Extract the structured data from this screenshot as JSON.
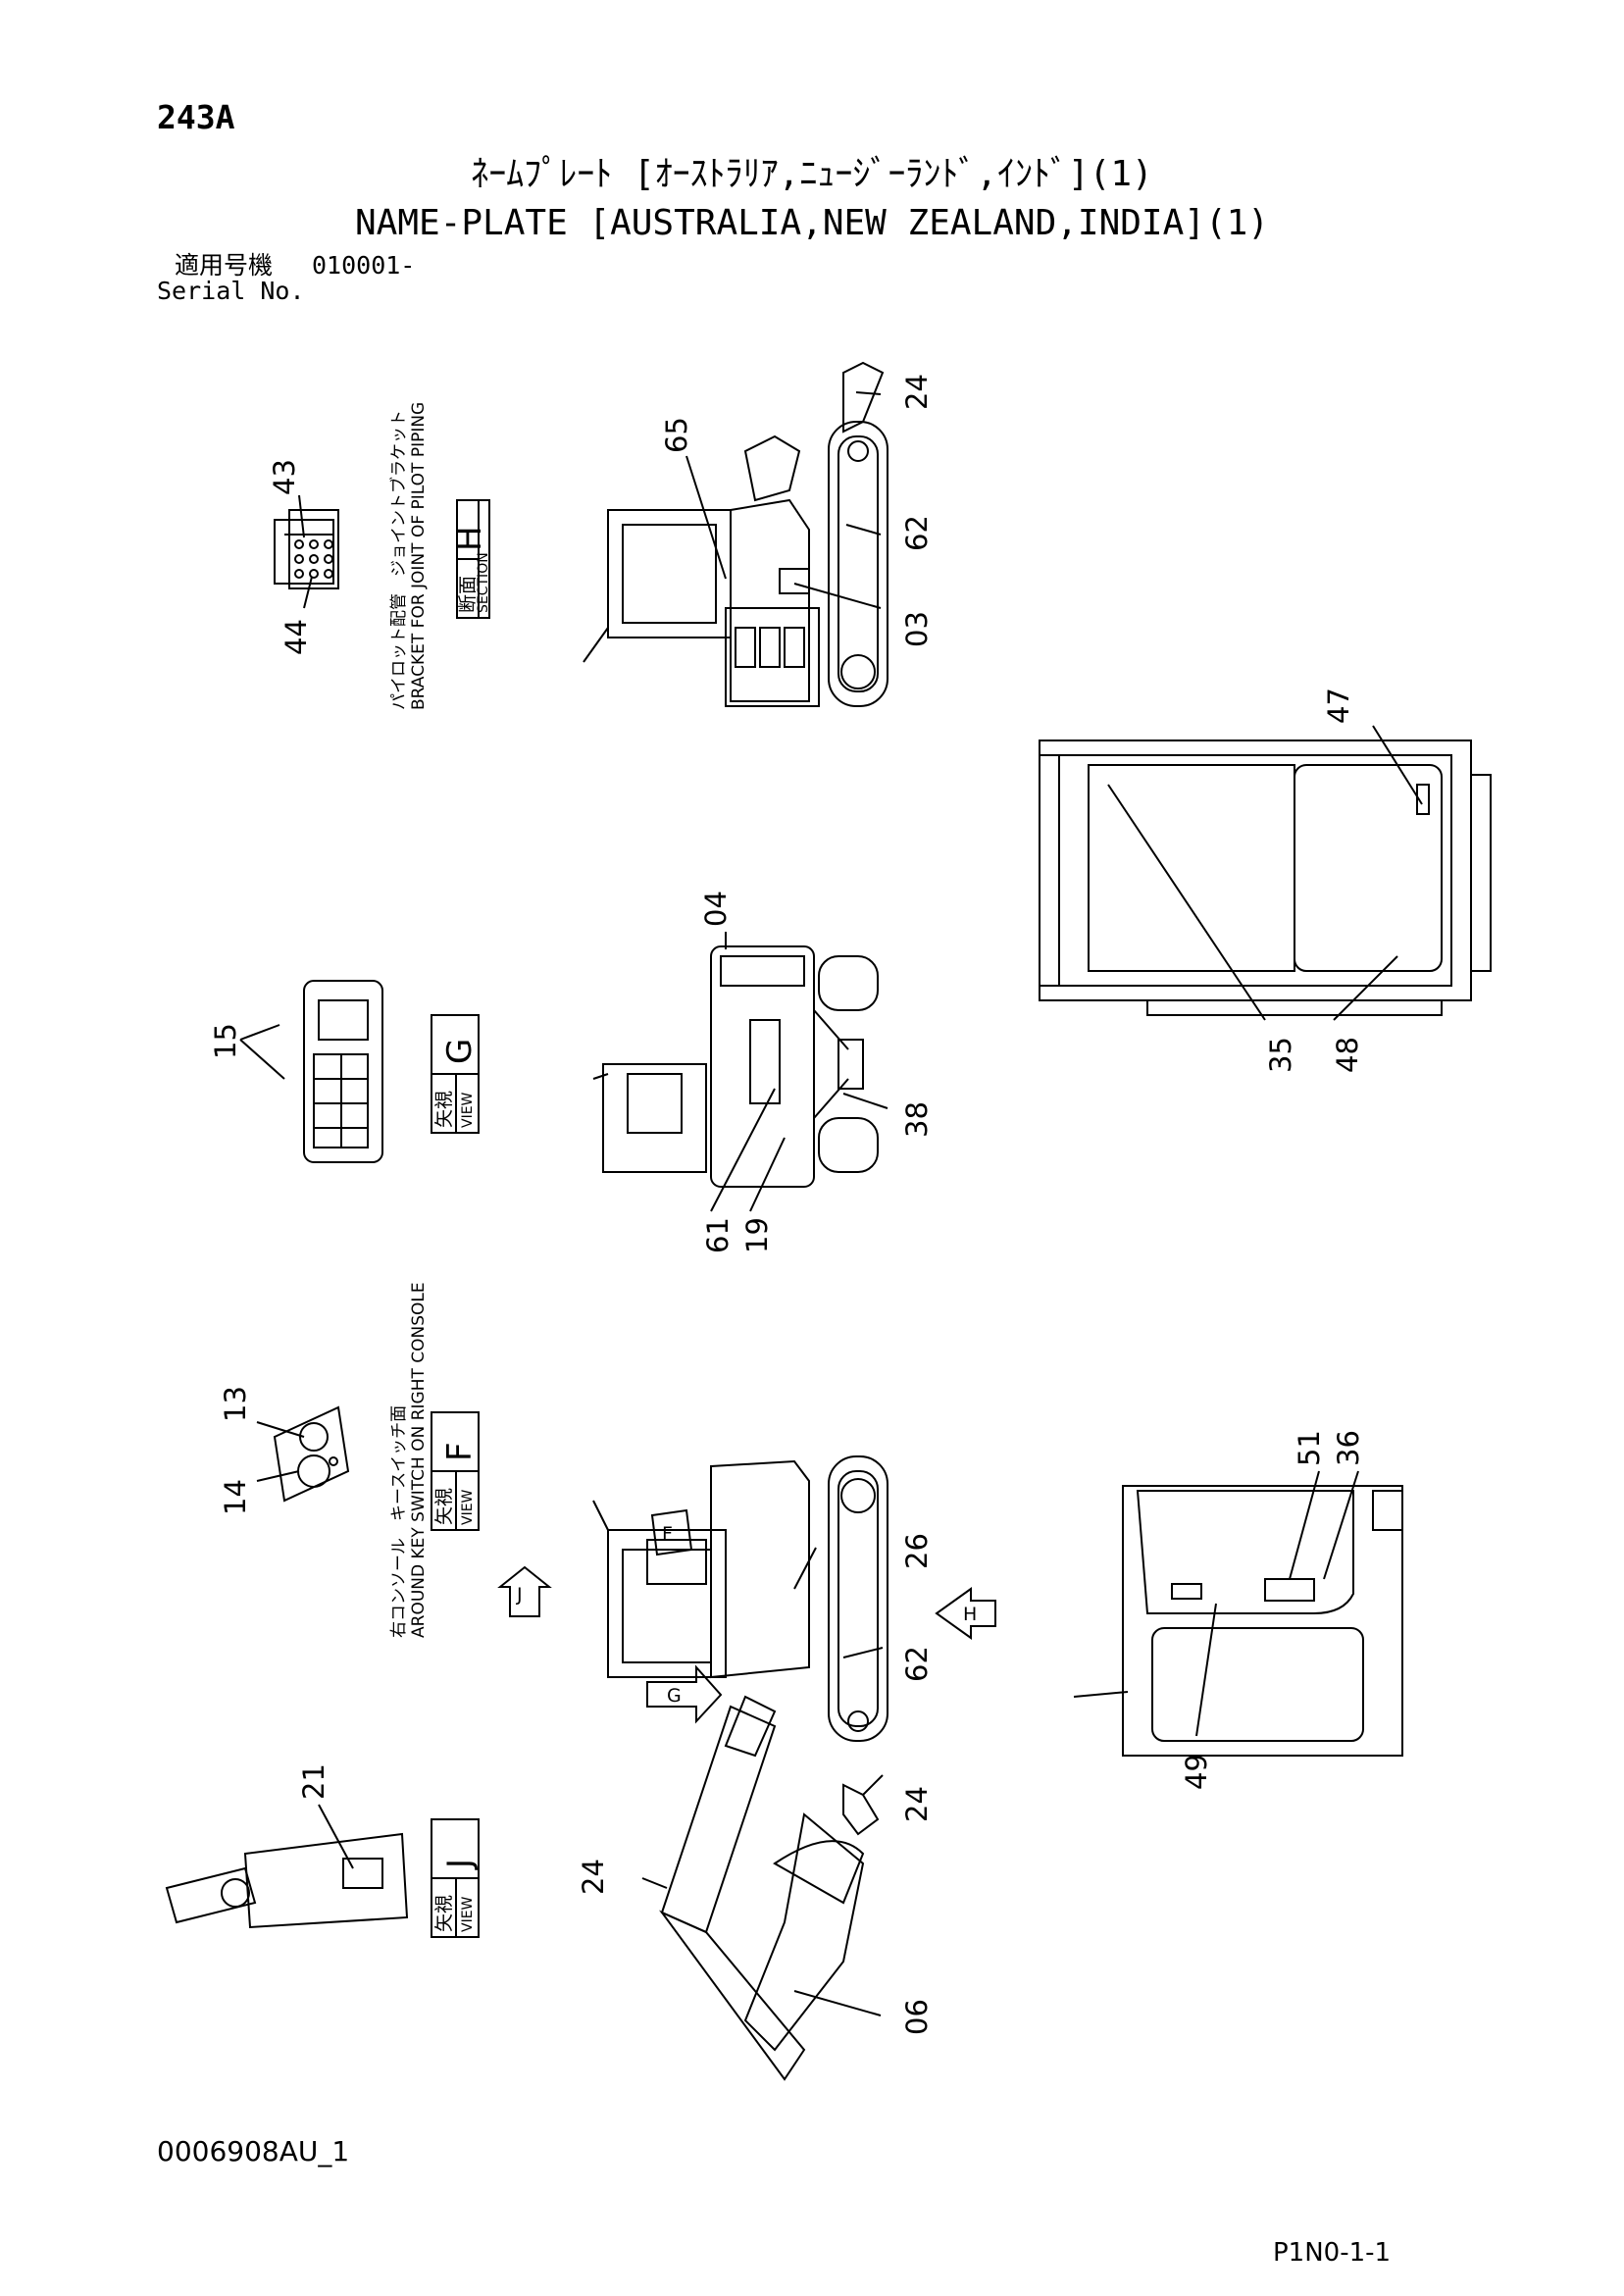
{
  "header": {
    "page_code": "243A",
    "title_jp": "ﾈｰﾑﾌﾟﾚｰﾄ [ｵｰｽﾄﾗﾘｱ,ﾆｭｰｼﾞｰﾗﾝﾄﾞ,ｲﾝﾄﾞ](1)",
    "title_en": "NAME-PLATE [AUSTRALIA,NEW ZEALAND,INDIA](1)",
    "serial_label_jp": "適用号機",
    "serial_value": "010001-",
    "serial_label_en": "Serial No."
  },
  "views": {
    "H": {
      "letter": "H",
      "kind_jp": "断面",
      "kind_en": "SECTION",
      "caption_jp": "パイロット配管　ジョイントブラケット",
      "caption_en": "BRACKET FOR JOINT OF PILOT PIPING"
    },
    "G": {
      "letter": "G",
      "kind_jp": "矢視",
      "kind_en": "VIEW"
    },
    "F": {
      "letter": "F",
      "kind_jp": "矢視",
      "kind_en": "VIEW",
      "caption_jp": "右コンソール　キースイッチ面",
      "caption_en": "AROUND KEY SWITCH ON RIGHT CONSOLE"
    },
    "J": {
      "letter": "J",
      "kind_jp": "矢視",
      "kind_en": "VIEW"
    }
  },
  "arrows": {
    "J": "J",
    "G": "G",
    "H": "H",
    "F": "F"
  },
  "callouts": {
    "c43": "43",
    "c44": "44",
    "c65": "65",
    "c24a": "24",
    "c62a": "62",
    "c03": "03",
    "c47": "47",
    "c35": "35",
    "c48": "48",
    "c04": "04",
    "c15": "15",
    "c38": "38",
    "c61": "61",
    "c19": "19",
    "c13": "13",
    "c14": "14",
    "c26": "26",
    "c62b": "62",
    "c51": "51",
    "c36": "36",
    "c49": "49",
    "c21": "21",
    "c24b": "24",
    "c24c": "24",
    "c06": "06"
  },
  "footer": {
    "doc_number": "0006908AU_1",
    "page_ref": "P1N0-1-1"
  }
}
